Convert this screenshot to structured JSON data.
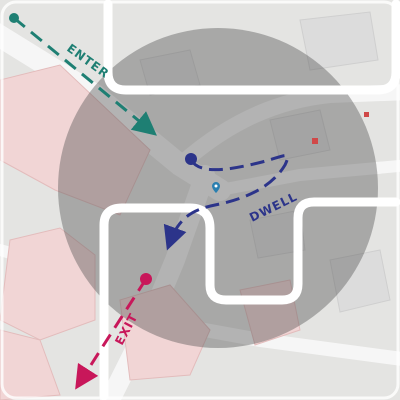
{
  "labels": {
    "enter": "ENTER",
    "dwell": "DWELL",
    "exit": "EXIT"
  },
  "colors": {
    "enter": "#1e7f73",
    "dwell": "#2c348a",
    "exit": "#c8175a",
    "geofence": "#5a5a5a",
    "building": "#f2d6d6",
    "road": "#f7f7f7",
    "block": "#d9d9d9"
  },
  "icons": {
    "marker": "map-pin-icon",
    "poi": "poi-square-icon"
  }
}
